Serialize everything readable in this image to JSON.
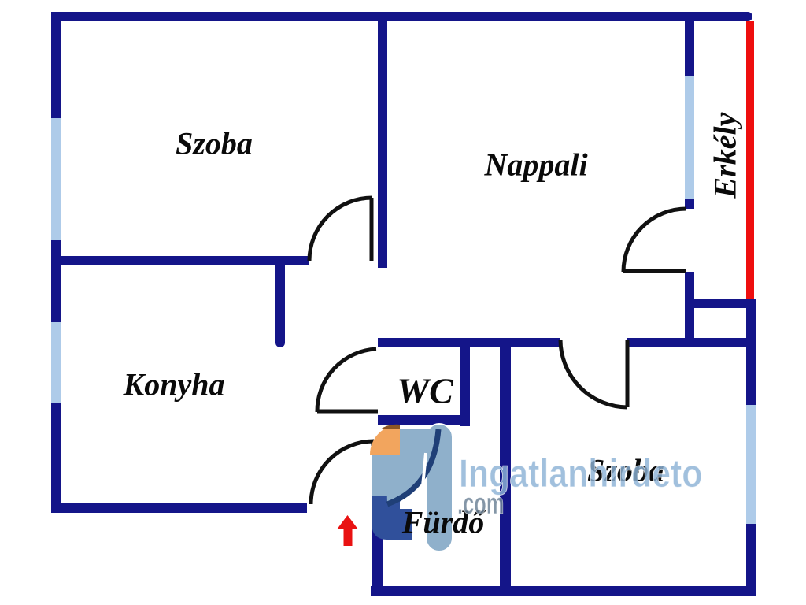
{
  "plan": {
    "rooms": [
      {
        "name": "room-szoba-topleft",
        "label": "Szoba"
      },
      {
        "name": "room-nappali",
        "label": "Nappali"
      },
      {
        "name": "room-erkely",
        "label": "Erkély"
      },
      {
        "name": "room-konyha",
        "label": "Konyha"
      },
      {
        "name": "room-wc",
        "label": "WC"
      },
      {
        "name": "room-szoba-bottomright",
        "label": "Szoba"
      },
      {
        "name": "room-furdo",
        "label": "Fürdő"
      }
    ],
    "colors": {
      "wall": "#141589",
      "window": "#aecbe9",
      "balcony_edge": "#ee0e0e",
      "label": "#0a0a0a",
      "entrance_arrow": "#e91212",
      "watermark_text": "#a0bcd8"
    },
    "watermark": {
      "brand": "Ingatlanhirdeto",
      "tld": ".com"
    }
  }
}
